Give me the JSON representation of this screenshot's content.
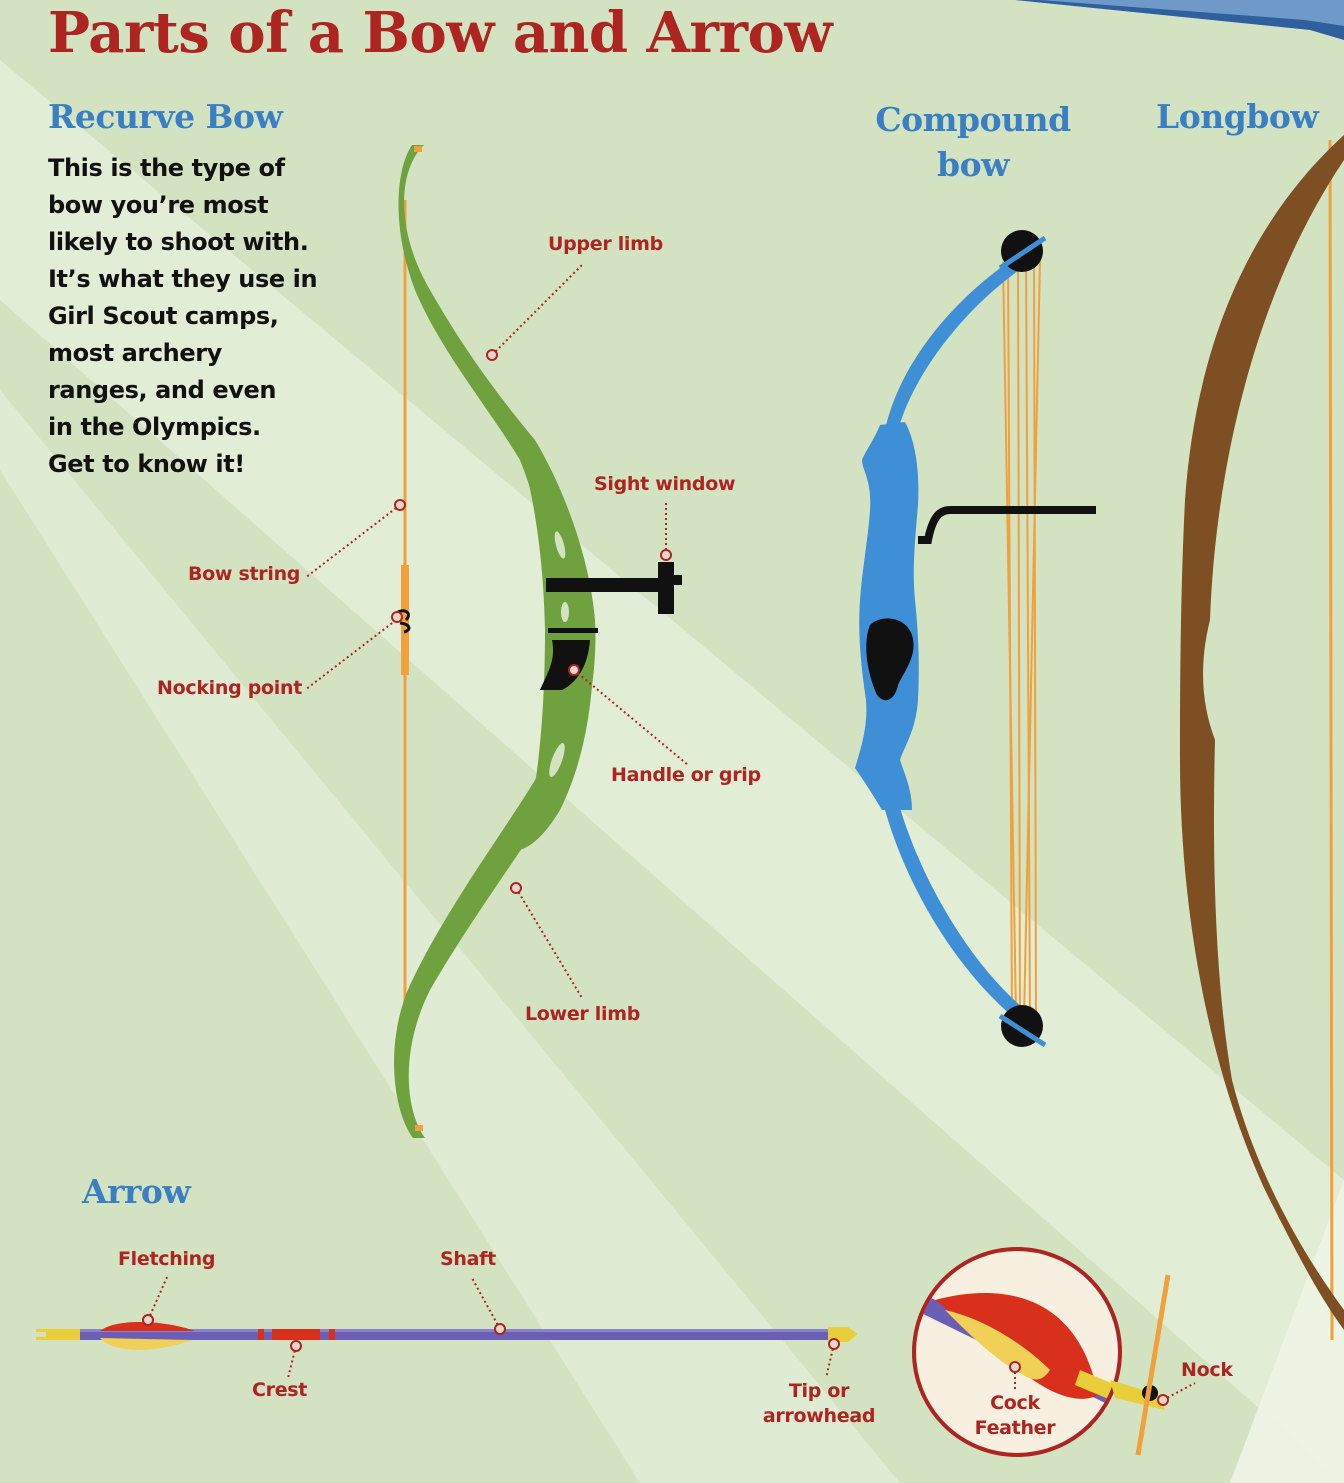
{
  "title": "Parts of a Bow and Arrow",
  "recurve": {
    "heading": "Recurve Bow",
    "intro_lines": [
      "This is the type of",
      "bow you’re most",
      "likely to shoot with.",
      "It’s what they use in",
      "Girl Scout camps,",
      "most archery",
      "ranges, and even",
      "in the Olympics.",
      "Get to know it!"
    ],
    "labels": {
      "upper_limb": "Upper limb",
      "sight_window": "Sight window",
      "bow_string": "Bow string",
      "nocking_point": "Nocking point",
      "handle": "Handle or grip",
      "lower_limb": "Lower limb"
    }
  },
  "compound": {
    "heading_lines": [
      "Compound",
      "bow"
    ]
  },
  "longbow": {
    "heading": "Longbow"
  },
  "arrow": {
    "heading": "Arrow",
    "labels": {
      "fletching": "Fletching",
      "shaft": "Shaft",
      "crest": "Crest",
      "tip_lines": [
        "Tip or",
        "arrowhead"
      ],
      "cock_feather_lines": [
        "Cock",
        "Feather"
      ],
      "nock": "Nock"
    }
  },
  "colors": {
    "background": "#d3e3c2",
    "title_red": "#ad2420",
    "heading_blue": "#3a7fc4",
    "recurve_green": "#6fa23e",
    "compound_blue": "#3f8fd6",
    "longbow_brown": "#7d4f22",
    "string_orange": "#f0a03c",
    "arrow_purple": "#6a5fb4"
  }
}
